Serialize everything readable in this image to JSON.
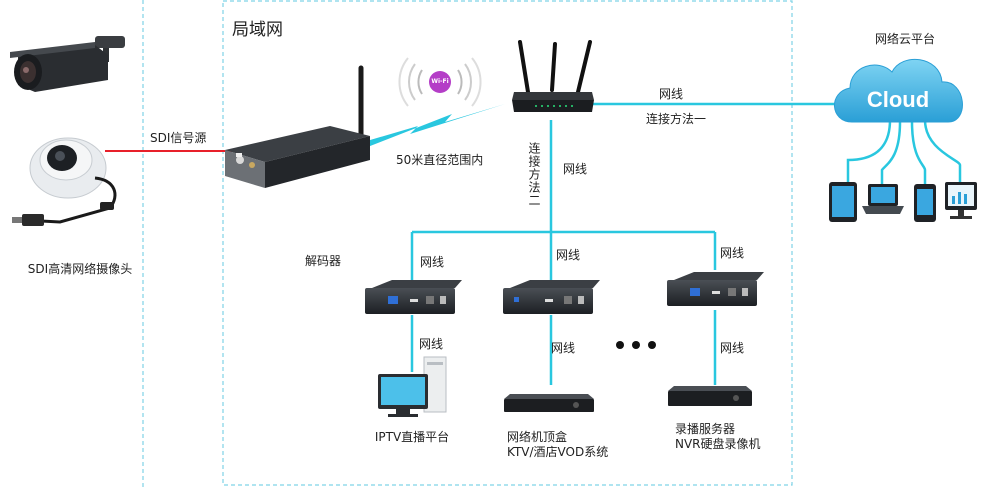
{
  "lan_title": "局域网",
  "camera_caption": "SDI高清网络摄像头",
  "signal_source_label": "SDI信号源",
  "range_label": "50米直径范围内",
  "wifi_badge": "Wi-Fi",
  "method_one": {
    "cable": "网线",
    "name": "连接方法一"
  },
  "method_two": {
    "name": "连接方法二",
    "cable": "网线"
  },
  "cloud": {
    "platform_label": "网络云平台",
    "word": "Cloud"
  },
  "decoder_label": "解码器",
  "cable_labels": {
    "d1_top": "网线",
    "d2_top": "网线",
    "d3_top": "网线",
    "d1_bottom": "网线",
    "d2_bottom": "网线",
    "d3_bottom": "网线"
  },
  "endpoints": {
    "iptv": "IPTV直播平台",
    "stb_line1": "网络机顶盒",
    "stb_line2": "KTV/酒店VOD系统",
    "nvr_line1": "录播服务器",
    "nvr_line2": "NVR硬盘录像机"
  },
  "colors": {
    "cable": "#29c7df",
    "sdi_cable": "#e8202a",
    "dashed_border": "#7fd3e6",
    "cloud": "#3fb7e2"
  }
}
